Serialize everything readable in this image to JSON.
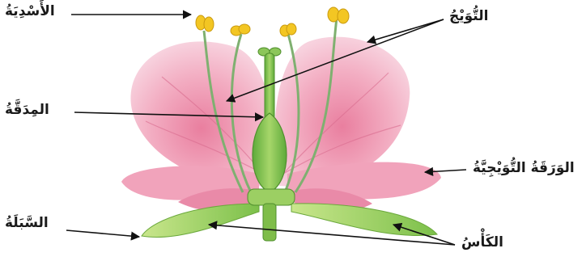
{
  "labels": {
    "stamens": "الأَسْدِيَةُ",
    "petals": "التُّوَيْجُ",
    "pistil": "المِدَقَّةُ",
    "petal_leaf": "الوَرَقَةُ التُّوَيْجِيَّةُ",
    "sepal": "السَّبَلَةُ",
    "calyx": "الكَأْسُ"
  }
}
